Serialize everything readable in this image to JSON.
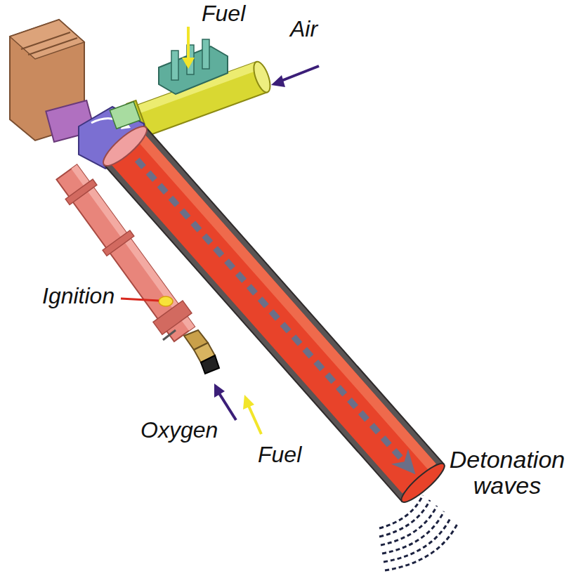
{
  "diagram": {
    "labels": [
      "Fuel",
      "Air",
      "Ignition",
      "Oxygen",
      "Fuel",
      "Detonation waves"
    ]
  }
}
